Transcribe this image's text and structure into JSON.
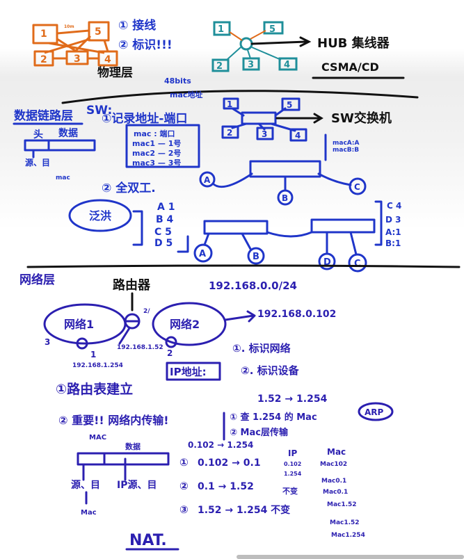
{
  "colors": {
    "blue_ink": "#1f35c9",
    "purple_ink": "#2b1fb0",
    "orange_ink": "#e06b1a",
    "black_ink": "#111111",
    "teal_ink": "#1f8f9a"
  },
  "physical_layer": {
    "nodes": [
      "1",
      "2",
      "3",
      "4",
      "5"
    ],
    "small_label": "10m",
    "note1": "① 接线",
    "note2": "② 标识!!!",
    "title": "物理层"
  },
  "hub": {
    "nodes": [
      "1",
      "2",
      "3",
      "4",
      "5"
    ],
    "label": "HUB 集线器",
    "protocol": "CSMA/CD"
  },
  "switch_section": {
    "title": "数据链路层",
    "sw_label": "SW:",
    "mac_bits": "48bits",
    "mac_addr": "mac地址",
    "record_note": "①记录地址-端口",
    "frame_head": "头",
    "frame_data": "数据",
    "src_dst": "源、目",
    "mac_below": "mac",
    "table": [
      "mac : 端口",
      "mac1 — 1号",
      "mac2 — 2号",
      "mac3 — 3号"
    ],
    "duplex": "② 全双工.",
    "switch_nodes": [
      "1",
      "5",
      "2",
      "3",
      "4"
    ],
    "switch_label": "SW交换机",
    "mac_notes": [
      "macA:A",
      "macB:B"
    ],
    "hosts": [
      "A",
      "B",
      "C"
    ],
    "flood": "泛洪",
    "table2": [
      "A 1",
      "B 4",
      "C 5",
      "D 5"
    ],
    "hosts2": [
      "A",
      "B",
      "D",
      "C"
    ],
    "table3": [
      "C 4",
      "D 3",
      "A:1",
      "B:1"
    ]
  },
  "network_section": {
    "title": "网络层",
    "router": "路由器",
    "subnet": "192.168.0.0/24",
    "net1": "网络1",
    "net2": "网络2",
    "ip_102": "192.168.0.102",
    "ip_152": "192.168.1.52",
    "ip_1254": "192.168.1.254",
    "n3": "3",
    "n1": "1",
    "n2": "2",
    "r1": "2/",
    "r2": "1",
    "ip_addr": "IP地址:",
    "id_net": "①. 标识网络",
    "id_dev": "②. 标识设备",
    "route_table": "①路由表建立",
    "route_152": "1.52 → 1.254",
    "important": "② 重要!! 网络内传输!",
    "mac_small": "MAC",
    "arp_q": "① 查 1.254 的 Mac",
    "arp": "ARP",
    "mac_trans": "② Mac层传输",
    "data_lbl": "数据",
    "src_dst_ip": "IP源、目",
    "src_dst2": "源、目",
    "mac_lbl": "Mac",
    "hop_title": "0.102 → 1.254",
    "col_ip": "IP",
    "col_mac": "Mac",
    "rows": [
      {
        "num": "①",
        "path": "0.102 → 0.1",
        "ip": [
          "0.102",
          "1.254"
        ],
        "mac": [
          "Mac102",
          "Mac0.1"
        ]
      },
      {
        "num": "②",
        "path": "0.1 → 1.52",
        "ip": [
          "不变"
        ],
        "mac": [
          "Mac0.1",
          "Mac1.52"
        ]
      },
      {
        "num": "③",
        "path": "1.52 → 1.254 不变",
        "ip": [],
        "mac": [
          "Mac1.52",
          "Mac1.254"
        ]
      }
    ],
    "nat": "NAT."
  }
}
